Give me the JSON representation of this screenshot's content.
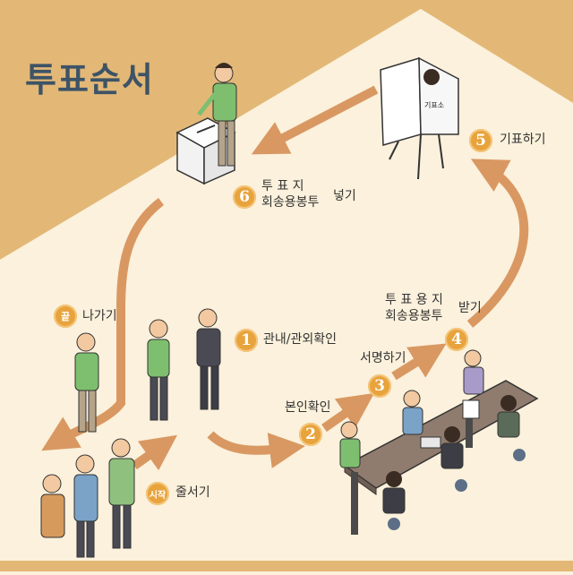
{
  "title": "투표순서",
  "steps": [
    {
      "badge": "1",
      "label": "관내/관외확인"
    },
    {
      "badge": "2",
      "label": "본인확인"
    },
    {
      "badge": "3",
      "label": "서명하기"
    },
    {
      "badge": "4",
      "label_line1": "투 표 용 지",
      "label_line2": "회송용봉투",
      "label_suffix": "받기"
    },
    {
      "badge": "5",
      "label": "기표하기"
    },
    {
      "badge": "6",
      "label_line1": "투  표  지",
      "label_line2": "회송용봉투",
      "label_suffix": "넣기"
    }
  ],
  "start": {
    "badge": "시작",
    "label": "줄서기"
  },
  "end": {
    "badge": "끝",
    "label": "나가기"
  },
  "booth_sign": "기표소",
  "colors": {
    "background": "#fbf1dc",
    "wall": "#e3b877",
    "arrow": "#d99862",
    "badge": "#e8a33c",
    "title": "#3d5366"
  }
}
